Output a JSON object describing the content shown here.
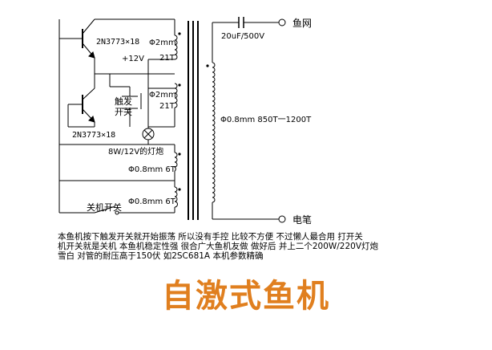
{
  "labels": {
    "transistor_top": "2N3773×18",
    "transistor_bottom": "2N3773×18",
    "winding_1_wire": "Φ2mm",
    "winding_1_turns": "21T",
    "supply": "+12V",
    "winding_2_wire": "Φ2mm",
    "winding_2_turns": "21T",
    "trigger_switch_line1": "触发",
    "trigger_switch_line2": "开关",
    "lamp": "8W/12V的灯炮",
    "feedback_1": "Φ0.8mm 6T",
    "feedback_2": "Φ0.8mm 6T",
    "power_switch": "关机开关",
    "capacitor": "20uF/500V",
    "secondary": "Φ0.8mm 850T一1200T",
    "output_net": "鱼网",
    "output_pen": "电笔"
  },
  "description": [
    "本鱼机按下触发开关就开始振荡 所以没有手控 比较不方便 不过懒人最合用 打开关",
    "机开关就是关机 本鱼机稳定性强 很合广大鱼机友做 做好后 并上二个200W/220V灯炮",
    "雪白 对管的耐压高于150伏 如2SC681A 本机参数精确"
  ],
  "title": "自激式鱼机"
}
